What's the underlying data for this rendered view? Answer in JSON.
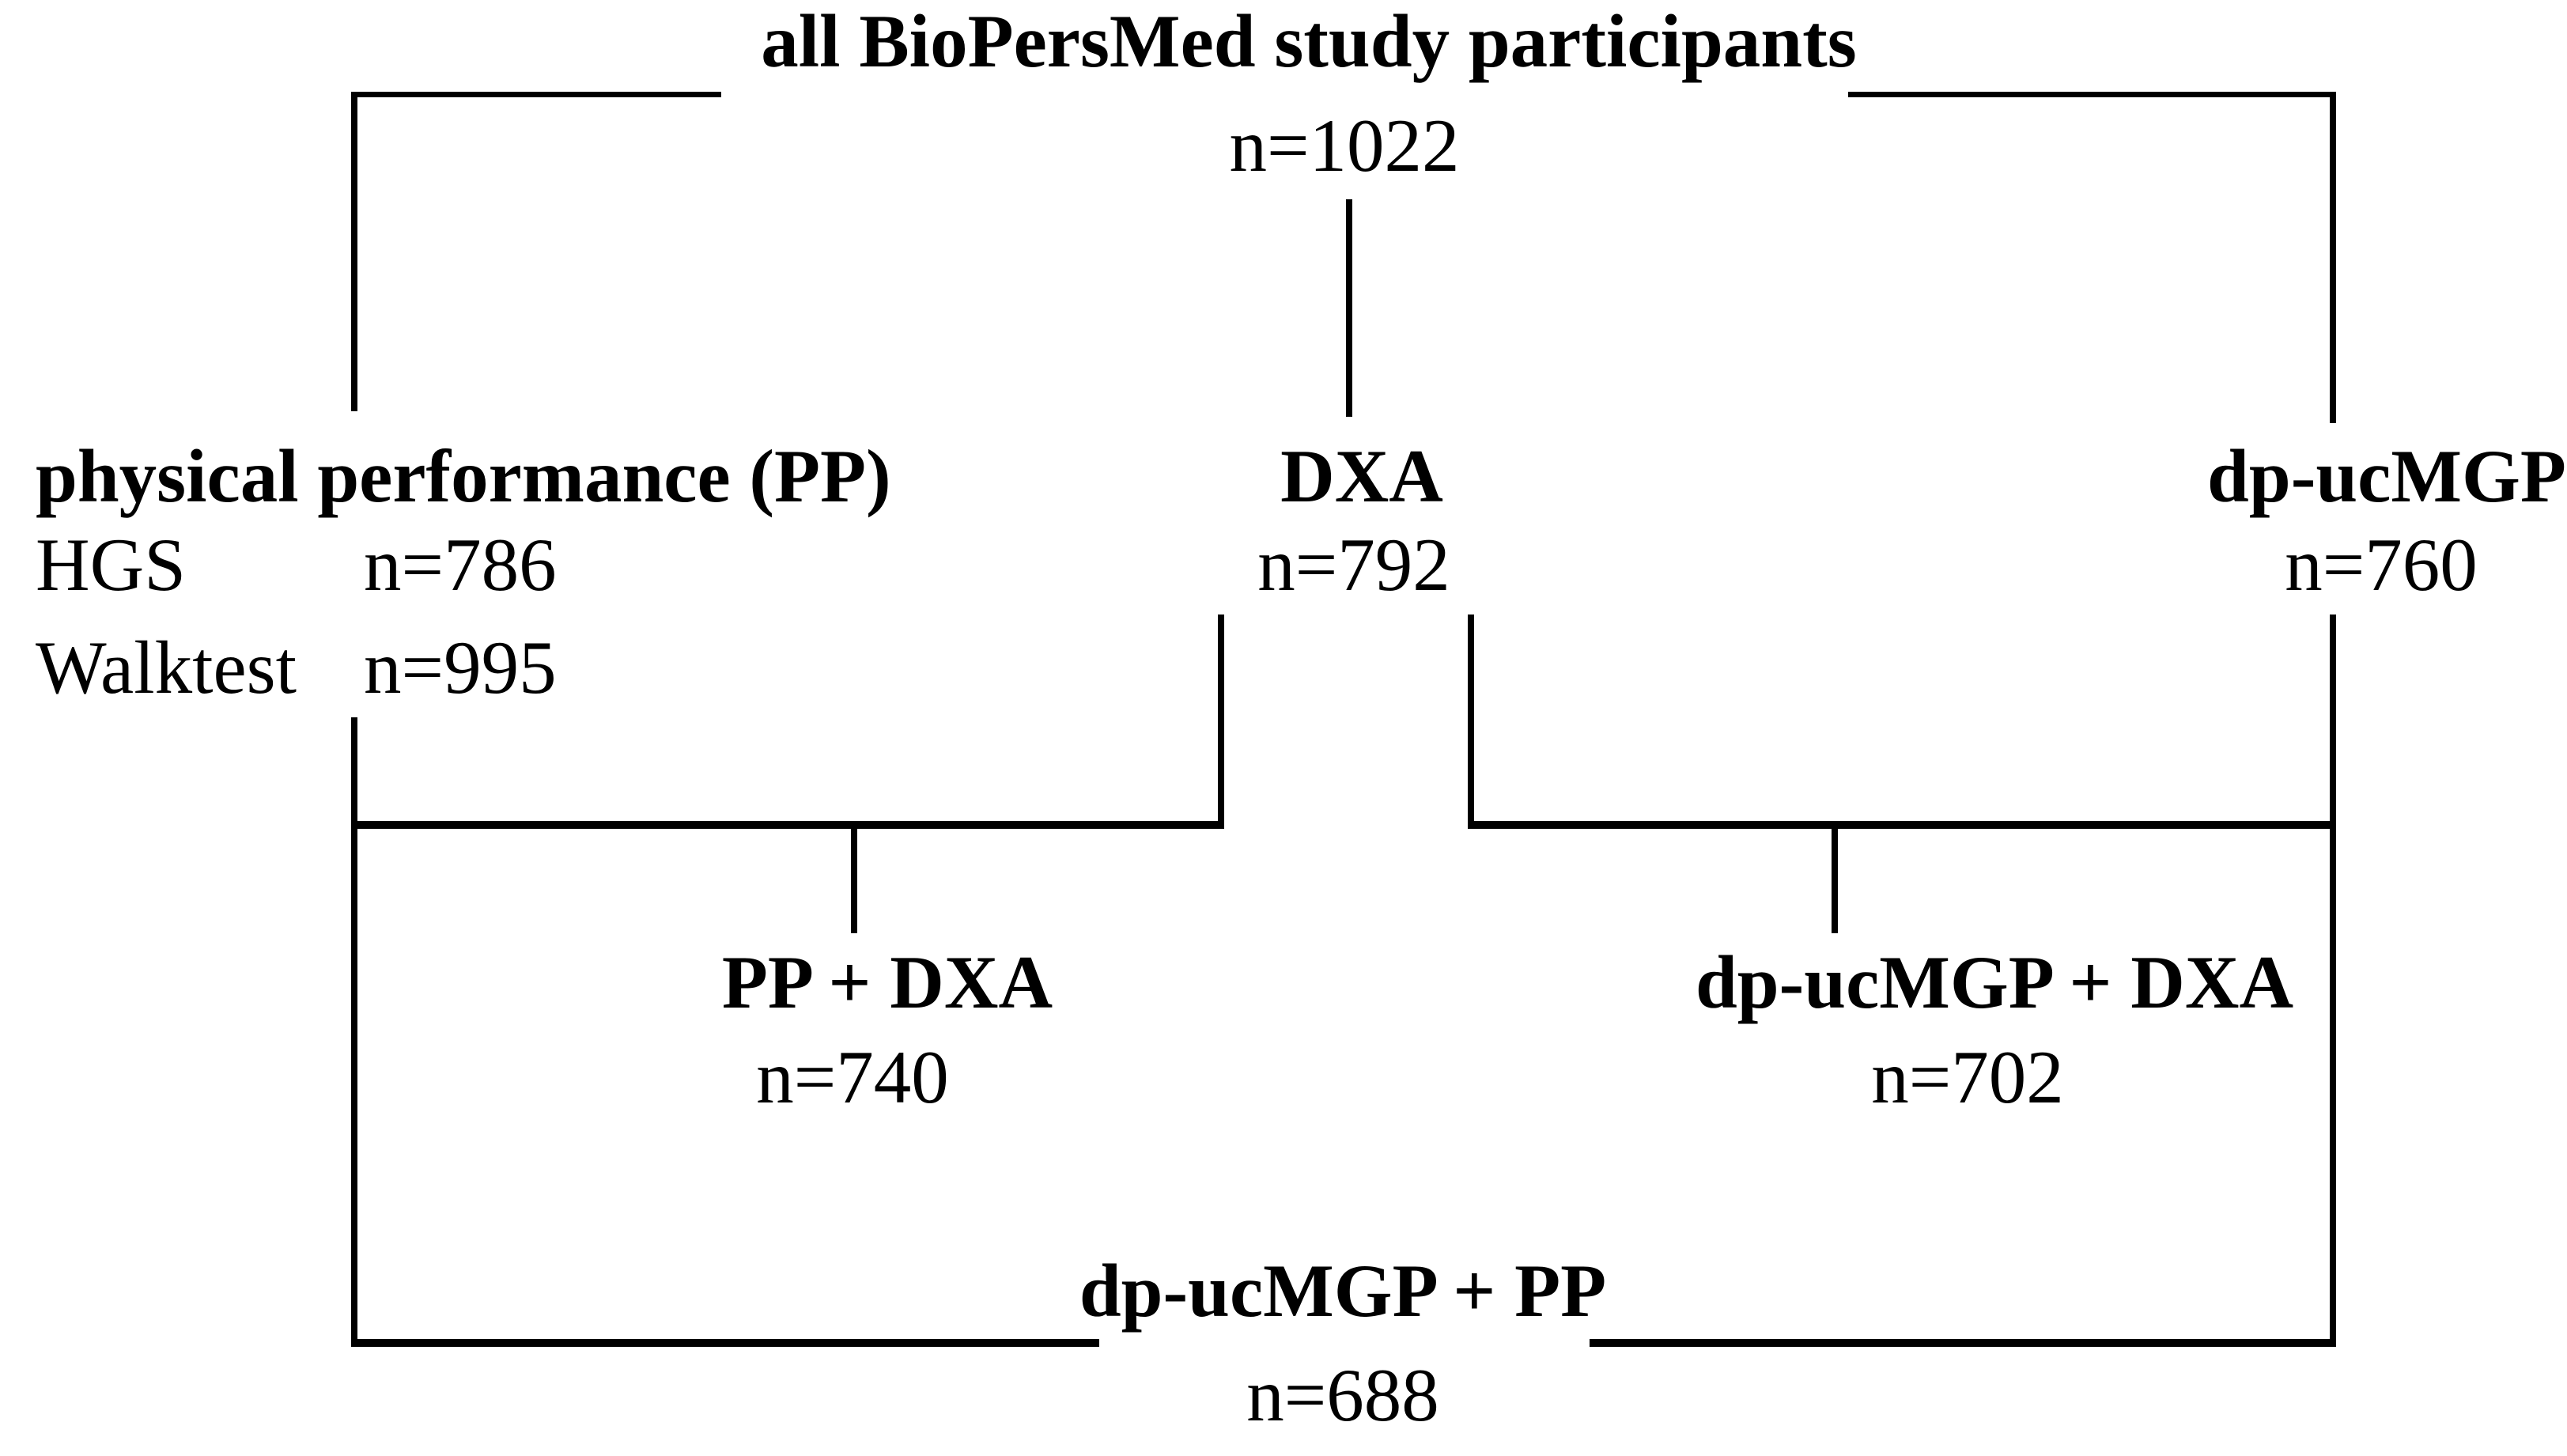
{
  "figure": {
    "root": {
      "label": "all BioPersMed study participants",
      "n": "n=1022"
    },
    "branches": {
      "pp": {
        "label": "physical performance (PP)",
        "measurements": [
          {
            "name": "HGS",
            "n": "n=786"
          },
          {
            "name": "Walktest",
            "n": "n=995"
          }
        ]
      },
      "dxa": {
        "label": "DXA",
        "n": "n=792"
      },
      "dpucmgp": {
        "label": "dp-ucMGP",
        "n": "n=760"
      }
    },
    "overlaps": {
      "pp_dxa": {
        "label": "PP + DXA",
        "n": "n=740"
      },
      "dpucmgp_dxa": {
        "label": "dp-ucMGP + DXA",
        "n": "n=702"
      },
      "dpucmgp_pp": {
        "label": "dp-ucMGP + PP",
        "n": "n=688"
      }
    },
    "colors": {
      "background": "#ffffff",
      "line": "#000000",
      "text": "#000000"
    }
  }
}
